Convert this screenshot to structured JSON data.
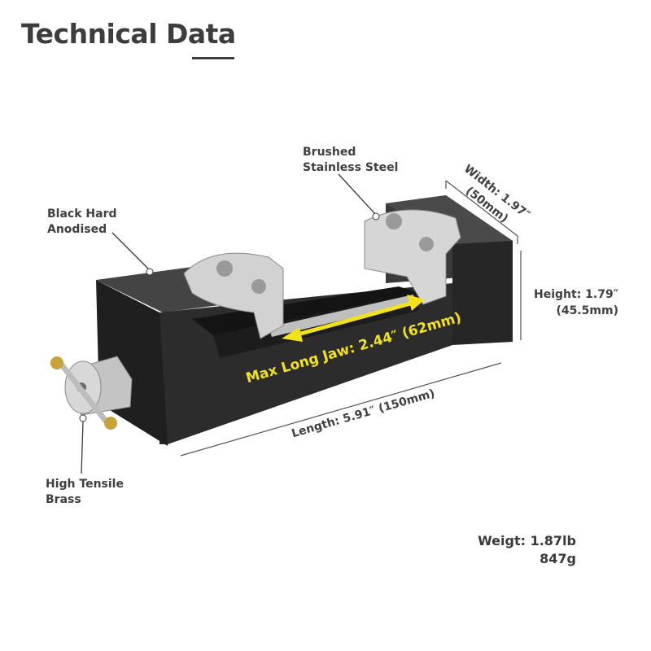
{
  "title": "Technical Data",
  "callouts": {
    "anodised": [
      "Black Hard",
      "Anodised"
    ],
    "steel": [
      "Brushed",
      "Stainless Steel"
    ],
    "brass": [
      "High Tensile",
      "Brass"
    ]
  },
  "dimensions": {
    "width": [
      "Width: 1.97″",
      "(50mm)"
    ],
    "height": [
      "Height: 1.79″",
      "(45.5mm)"
    ],
    "length": "Length: 5.91″ (150mm)",
    "jaw": "Max Long Jaw: 2.44″ (62mm)"
  },
  "weight": [
    "Weigt: 1.87lb",
    "847g"
  ],
  "colors": {
    "accent_yellow": "#f2e21a",
    "body_black": "#2b2b2b",
    "steel": "#d9d9d9",
    "brass": "#c9a23a"
  }
}
